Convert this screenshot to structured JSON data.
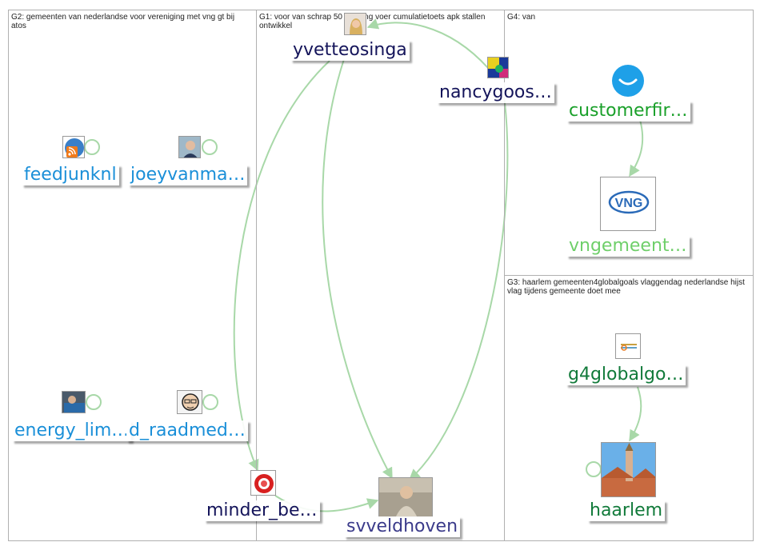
{
  "groups": [
    {
      "id": "G2",
      "label": "G2: gemeenten van nederlandse voor vereniging met vng gt bij atos"
    },
    {
      "id": "G1",
      "label": "G1: voor van schrap 50 regeling voer cumulatietoets apk stallen ontwikkel"
    },
    {
      "id": "G4",
      "label": "G4: van"
    },
    {
      "id": "G3",
      "label": "G3: haarlem gemeenten4globalgoals vlaggendag nederlandse hijst vlag tijdens gemeente doet mee"
    }
  ],
  "nodes": [
    {
      "id": "feedjunknl",
      "label": "feedjunknl",
      "color": "#1a8fd8",
      "icon": "rss-globe-icon"
    },
    {
      "id": "joeyvanma",
      "label": "joeyvanma…",
      "color": "#1a8fd8",
      "icon": "person-photo-icon"
    },
    {
      "id": "energy_lim",
      "label": "energy_lim…",
      "color": "#1a8fd8",
      "icon": "person-car-photo-icon"
    },
    {
      "id": "raadmed",
      "label": "d_raadmed…",
      "color": "#1a8fd8",
      "icon": "cartoon-face-icon"
    },
    {
      "id": "yvetteosinga",
      "label": "yvetteosinga",
      "color": "#14145a",
      "icon": "person-photo-icon"
    },
    {
      "id": "nancygoos",
      "label": "nancygoos…",
      "color": "#14145a",
      "icon": "colorful-art-icon"
    },
    {
      "id": "minder_be",
      "label": "minder_be…",
      "color": "#14145a",
      "icon": "red-logo-icon"
    },
    {
      "id": "svveldhoven",
      "label": "svveldhoven",
      "color": "#3a3a8a",
      "icon": "person-photo-icon"
    },
    {
      "id": "customerfir",
      "label": "customerfir…",
      "color": "#1aa02a",
      "icon": "smile-logo-icon"
    },
    {
      "id": "vngemeent",
      "label": "vngemeent…",
      "color": "#6fcf6a",
      "icon": "vng-logo-icon",
      "logo_text": "VNG"
    },
    {
      "id": "g4globalgo",
      "label": "g4globalgo…",
      "color": "#117a3a",
      "icon": "document-logo-icon"
    },
    {
      "id": "haarlem",
      "label": "haarlem",
      "color": "#117a3a",
      "icon": "church-photo-icon"
    }
  ],
  "edges": [
    {
      "from": "nancygoos",
      "to": "yvetteosinga"
    },
    {
      "from": "nancygoos",
      "to": "svveldhoven"
    },
    {
      "from": "yvetteosinga",
      "to": "svveldhoven"
    },
    {
      "from": "yvetteosinga",
      "to": "minder_be"
    },
    {
      "from": "minder_be",
      "to": "svveldhoven"
    },
    {
      "from": "customerfir",
      "to": "vngemeent"
    },
    {
      "from": "g4globalgo",
      "to": "haarlem"
    },
    {
      "from": "feedjunknl",
      "to": "feedjunknl"
    },
    {
      "from": "joeyvanma",
      "to": "joeyvanma"
    },
    {
      "from": "energy_lim",
      "to": "energy_lim"
    },
    {
      "from": "raadmed",
      "to": "raadmed"
    },
    {
      "from": "haarlem",
      "to": "haarlem"
    }
  ],
  "colors": {
    "edge": "#a8d8a8",
    "border": "#b0b0b0"
  }
}
